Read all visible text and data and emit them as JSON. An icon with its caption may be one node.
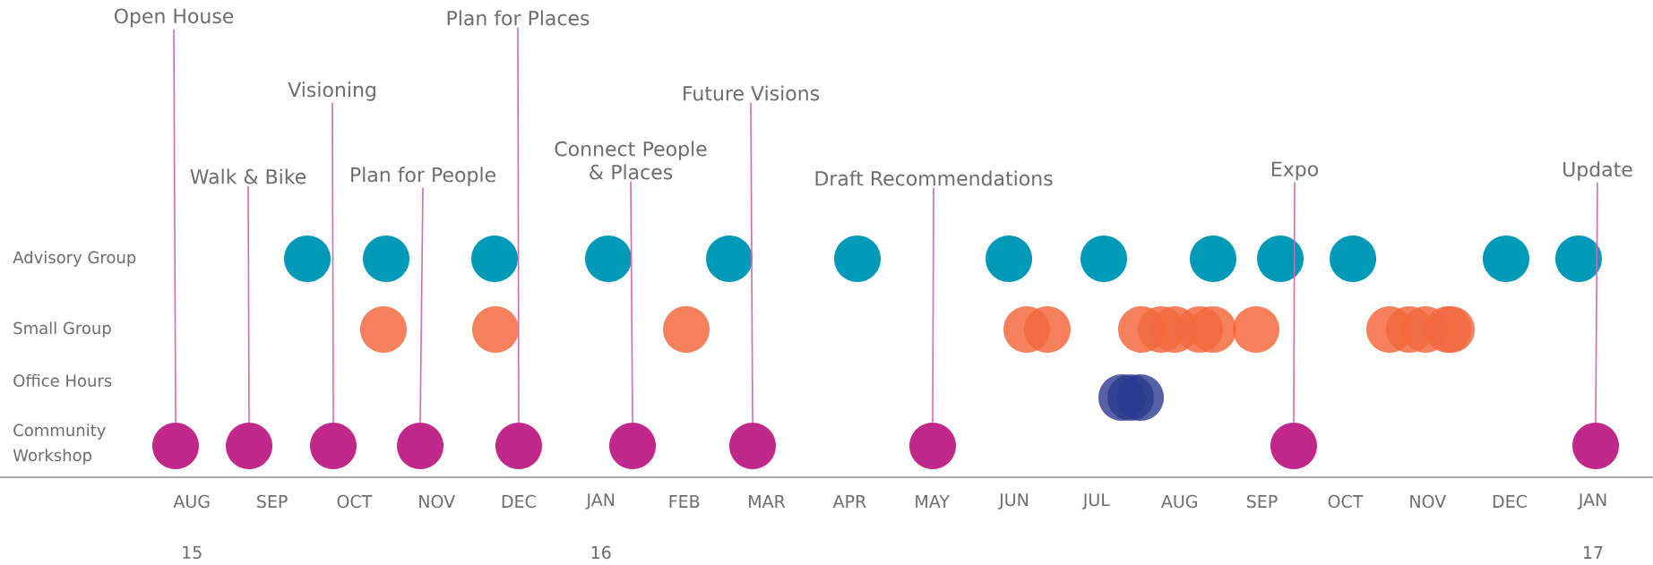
{
  "diagram": {
    "nodes": [
      {
        "text": [
          "Open House"
        ]
      },
      {
        "text": [],
        "shape": "circle"
      },
      {
        "text": [
          "Walk & Bike"
        ]
      },
      {
        "text": [],
        "shape": "circle"
      },
      {
        "text": [
          "Visioning"
        ]
      },
      {
        "text": [],
        "shape": "circle"
      },
      {
        "text": [
          "Plan for People"
        ]
      },
      {
        "text": [],
        "shape": "circle"
      },
      {
        "text": [
          "Plan for Places"
        ]
      },
      {
        "text": [],
        "shape": "circle"
      },
      {
        "text": [
          "Connect People & Places"
        ]
      },
      {
        "text": [],
        "shape": "circle"
      },
      {
        "text": [
          "Future Visions"
        ]
      },
      {
        "text": [],
        "shape": "circle"
      },
      {
        "text": [
          "Draft Recommendations"
        ]
      },
      {
        "text": [],
        "shape": "circle"
      },
      {
        "text": [
          "Expo"
        ]
      },
      {
        "text": [],
        "shape": "circle"
      },
      {
        "text": [
          "Update"
        ]
      },
      {
        "text": [],
        "shape": "circle"
      }
    ],
    "edges": [
      {
        "from": 0,
        "to": 1,
        "arrow": "none"
      },
      {
        "from": 2,
        "to": 3,
        "arrow": "none"
      },
      {
        "from": 4,
        "to": 5,
        "arrow": "none"
      },
      {
        "from": 6,
        "to": 7,
        "arrow": "none"
      },
      {
        "from": 8,
        "to": 9,
        "arrow": "none"
      },
      {
        "from": 10,
        "to": 11,
        "arrow": "none"
      },
      {
        "from": 12,
        "to": 13,
        "arrow": "none"
      },
      {
        "from": 14,
        "to": 15,
        "arrow": "none"
      },
      {
        "from": 16,
        "to": 17,
        "arrow": "none"
      },
      {
        "from": 18,
        "to": 19,
        "arrow": "none"
      }
    ],
    "labels": [
      "Advisory Group",
      "Small Group",
      "Office Hours",
      "Community Workshop",
      "AUG",
      "SEP",
      "OCT",
      "NOV",
      "DEC",
      "JAN",
      "FEB",
      "MAR",
      "APR",
      "MAY",
      "JUN",
      "JUL",
      "AUG",
      "SEP",
      "OCT",
      "NOV",
      "DEC",
      "JAN",
      "15",
      "16",
      "17"
    ]
  }
}
